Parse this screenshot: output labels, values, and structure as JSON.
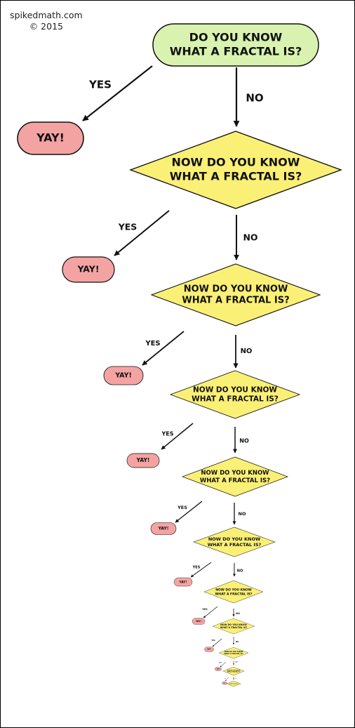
{
  "credit": {
    "site": "spikedmath.com",
    "year": "© 2015"
  },
  "flowchart": {
    "start_question": [
      "DO YOU KNOW",
      "WHAT A FRACTAL IS?"
    ],
    "repeat_question": [
      "NOW DO YOU KNOW",
      "WHAT A FRACTAL IS?"
    ],
    "yes_label": "YES",
    "no_label": "NO",
    "yay_label": "YAY!",
    "colors": {
      "start_fill": "#d9f2b0",
      "question_fill": "#fbf076",
      "yay_fill": "#f4a3a3",
      "outline": "#111111"
    }
  }
}
